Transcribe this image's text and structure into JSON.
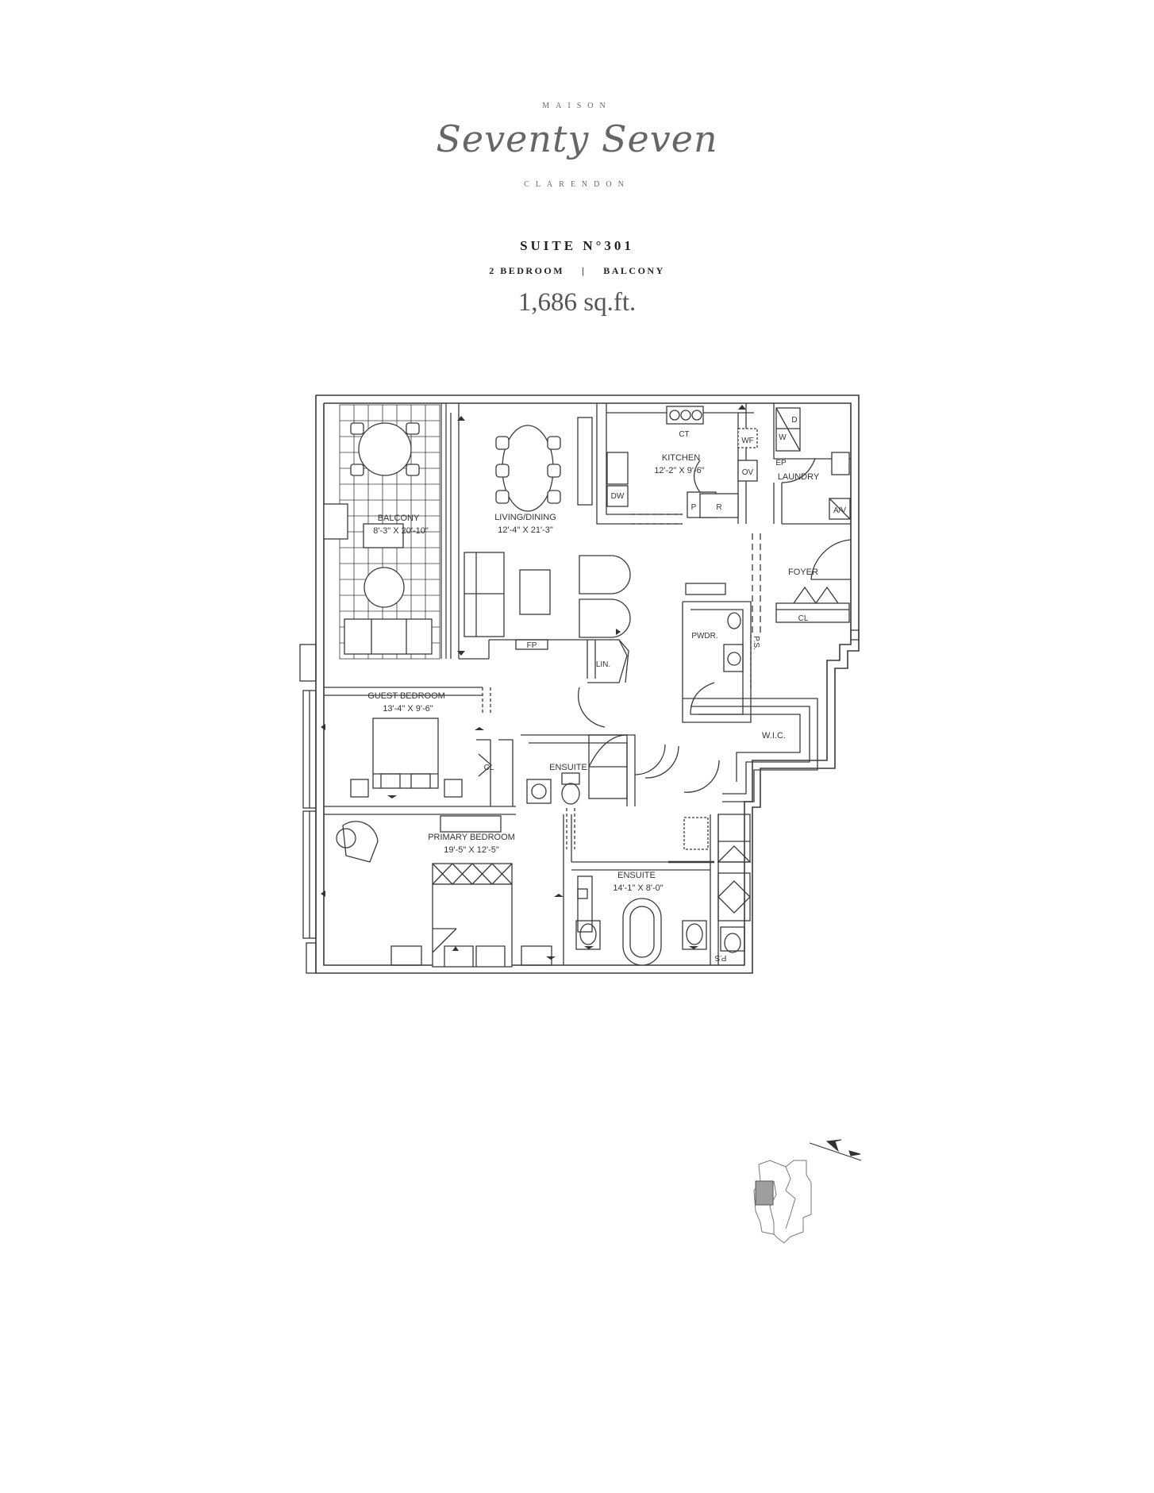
{
  "brand": {
    "top_word": "MAISON",
    "script_name": "Seventy Seven",
    "bottom_word": "CLARENDON"
  },
  "suite": {
    "title": "SUITE N°301",
    "bedrooms": "2 BEDROOM",
    "separator": "|",
    "feature": "BALCONY",
    "area": "1,686 sq.ft."
  },
  "rooms": {
    "balcony": {
      "name": "BALCONY",
      "dims": "8'-3\" X 20'-10\""
    },
    "living": {
      "name": "LIVING/DINING",
      "dims": "12'-4\" X 21'-3\""
    },
    "kitchen": {
      "name": "KITCHEN",
      "dims": "12'-2\" X 9'-6\""
    },
    "laundry": {
      "name": "LAUNDRY"
    },
    "foyer": {
      "name": "FOYER"
    },
    "powder": {
      "name": "PWDR."
    },
    "linen": {
      "name": "LIN."
    },
    "guest": {
      "name": "GUEST BEDROOM",
      "dims": "13'-4\" X 9'-6\""
    },
    "ensuite1": {
      "name": "ENSUITE"
    },
    "wic": {
      "name": "W.I.C."
    },
    "primary": {
      "name": "PRIMARY BEDROOM",
      "dims": "19'-5\" X 12'-5\""
    },
    "ensuite2": {
      "name": "ENSUITE",
      "dims": "14'-1\" X 8'-0\""
    }
  },
  "labels": {
    "ct": "CT",
    "wf": "WF",
    "ov": "OV",
    "dw": "DW",
    "p": "P",
    "r": "R",
    "ep_laundry": "EP",
    "d": "D",
    "w": "W",
    "av": "A/V",
    "fp": "FP",
    "cl_foyer": "CL",
    "cl_guest": "CL",
    "ps1": "P.S.",
    "ps2": "P.S"
  },
  "colors": {
    "line": "#3a3a3a",
    "key_highlight": "#9e9e9e"
  }
}
